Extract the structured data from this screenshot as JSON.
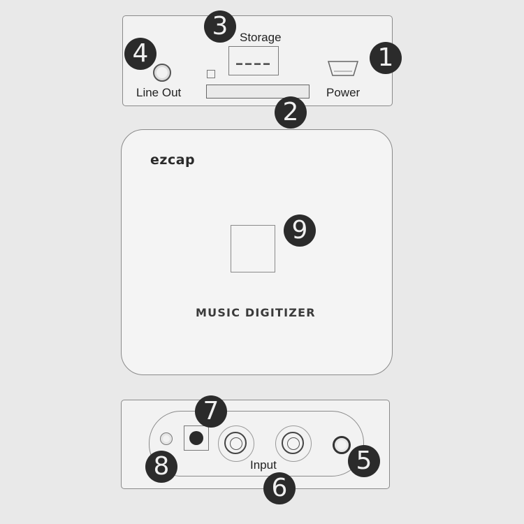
{
  "rear_panel": {
    "labels": {
      "storage": "Storage",
      "line_out": "Line Out",
      "power": "Power"
    }
  },
  "top_face": {
    "brand": "ezcap",
    "product": "MUSIC DIGITIZER"
  },
  "front_panel": {
    "labels": {
      "input": "Input"
    }
  },
  "callouts": {
    "power": "1",
    "card_slot": "2",
    "storage": "3",
    "line_out": "4",
    "jack_right": "5",
    "input": "6",
    "indicator": "7",
    "jack_left": "8",
    "center_button": "9"
  },
  "colors": {
    "background": "#e9e9e9",
    "badge": "#2b2b2b",
    "outline": "#8a8a8a"
  }
}
